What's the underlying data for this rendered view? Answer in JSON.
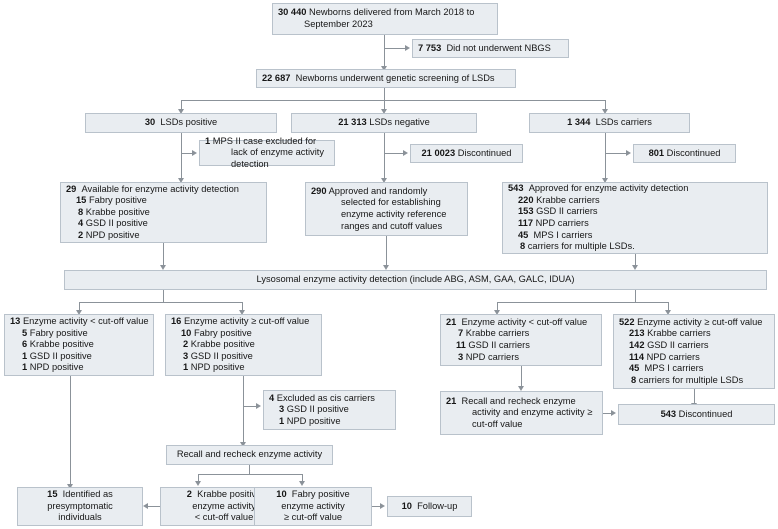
{
  "diagram": {
    "title": "Newborn screening for lysosomal storage disorders flowchart",
    "colors": {
      "box_fill": "#e9edf1",
      "box_border": "#b9c2cb",
      "connector": "#8b9299",
      "text": "#161616"
    }
  },
  "nodes": {
    "delivered": {
      "num": "30 440",
      "text": "Newborns delivered from March 2018 to September 2023"
    },
    "not_nbgs": {
      "num": "7 753",
      "text": "Did not underwent NBGS"
    },
    "screened": {
      "num": "22 687",
      "text": "Newborns underwent genetic screening of LSDs"
    },
    "lsd_positive": {
      "num": "30",
      "text": "LSDs positive"
    },
    "lsd_negative": {
      "num": "21 313",
      "text": "LSDs negative"
    },
    "lsd_carriers": {
      "num": "1 344",
      "text": "LSDs carriers"
    },
    "mps2_excluded": {
      "num": "1",
      "text": "MPS II case excluded for lack of  enzyme activity detection"
    },
    "neg_discontinued": {
      "num": "21 0023",
      "text": "Discontinued"
    },
    "carrier_discontinued": {
      "num": "801",
      "text": "Discontinued"
    },
    "available_enzyme": {
      "num": "29",
      "text": "Available for enzyme activity detection",
      "items": [
        {
          "num": "15",
          "text": "Fabry positive"
        },
        {
          "num": "8",
          "text": "Krabbe positive"
        },
        {
          "num": "4",
          "text": "GSD II positive"
        },
        {
          "num": "2",
          "text": "NPD positive"
        }
      ]
    },
    "reference_ranges": {
      "num": "290",
      "text": "Approved and randomly selected for establishing enzyme activity reference ranges and cutoff values"
    },
    "approved_carriers": {
      "num": "543",
      "text": "Approved for enzyme activity detection",
      "items": [
        {
          "num": "220",
          "text": "Krabbe carriers"
        },
        {
          "num": "153",
          "text": "GSD II carriers"
        },
        {
          "num": "117",
          "text": "NPD carriers"
        },
        {
          "num": "45",
          "text": "MPS I carriers"
        },
        {
          "num": "8",
          "text": "carriers for multiple LSDs."
        }
      ]
    },
    "enzyme_detection": {
      "text": "Lysosomal enzyme activity detection (include ABG, ASM, GAA, GALC, IDUA)"
    },
    "pos_below_cutoff": {
      "num": "13",
      "text": "Enzyme activity < cut-off value",
      "items": [
        {
          "num": "5",
          "text": "Fabry positive"
        },
        {
          "num": "6",
          "text": "Krabbe positive"
        },
        {
          "num": "1",
          "text": "GSD II positive"
        },
        {
          "num": "1",
          "text": "NPD positive"
        }
      ]
    },
    "pos_above_cutoff": {
      "num": "16",
      "text": "Enzyme activity ≥ cut-off value",
      "items": [
        {
          "num": "10",
          "text": "Fabry positive"
        },
        {
          "num": "2",
          "text": "Krabbe positive"
        },
        {
          "num": "3",
          "text": "GSD II positive"
        },
        {
          "num": "1",
          "text": "NPD positive"
        }
      ]
    },
    "car_below_cutoff": {
      "num": "21",
      "text": "Enzyme activity < cut-off value",
      "items": [
        {
          "num": "7",
          "text": "Krabbe carriers"
        },
        {
          "num": "11",
          "text": "GSD II carriers"
        },
        {
          "num": "3",
          "text": "NPD carriers"
        }
      ]
    },
    "car_above_cutoff": {
      "num": "522",
      "text": "Enzyme activity ≥ cut-off value",
      "items": [
        {
          "num": "213",
          "text": "Krabbe carriers"
        },
        {
          "num": "142",
          "text": "GSD II carriers"
        },
        {
          "num": "114",
          "text": "NPD carriers"
        },
        {
          "num": "45",
          "text": "MPS I carriers"
        },
        {
          "num": "8",
          "text": "carriers for multiple LSDs"
        }
      ]
    },
    "cis_excluded": {
      "num": "4",
      "text": "Excluded as cis carriers",
      "items": [
        {
          "num": "3",
          "text": "GSD II positive"
        },
        {
          "num": "1",
          "text": "NPD positive"
        }
      ]
    },
    "car_recall": {
      "num": "21",
      "text": "Recall and recheck enzyme activity  and enzyme activity ≥ cut-off value"
    },
    "car_discontinued_543": {
      "num": "543",
      "text": "Discontinued"
    },
    "recall_recheck": {
      "text": "Recall and recheck enzyme activity"
    },
    "presymptomatic": {
      "num": "15",
      "text": "Identified as presymptomatic individuals"
    },
    "krabbe_below": {
      "num": "2",
      "text": "Krabbe positive enzyme activity < cut-off value"
    },
    "fabry_above": {
      "num": "10",
      "text": "Fabry positive enzyme activity ≥ cut-off value"
    },
    "followup": {
      "num": "10",
      "text": "Follow-up"
    }
  }
}
